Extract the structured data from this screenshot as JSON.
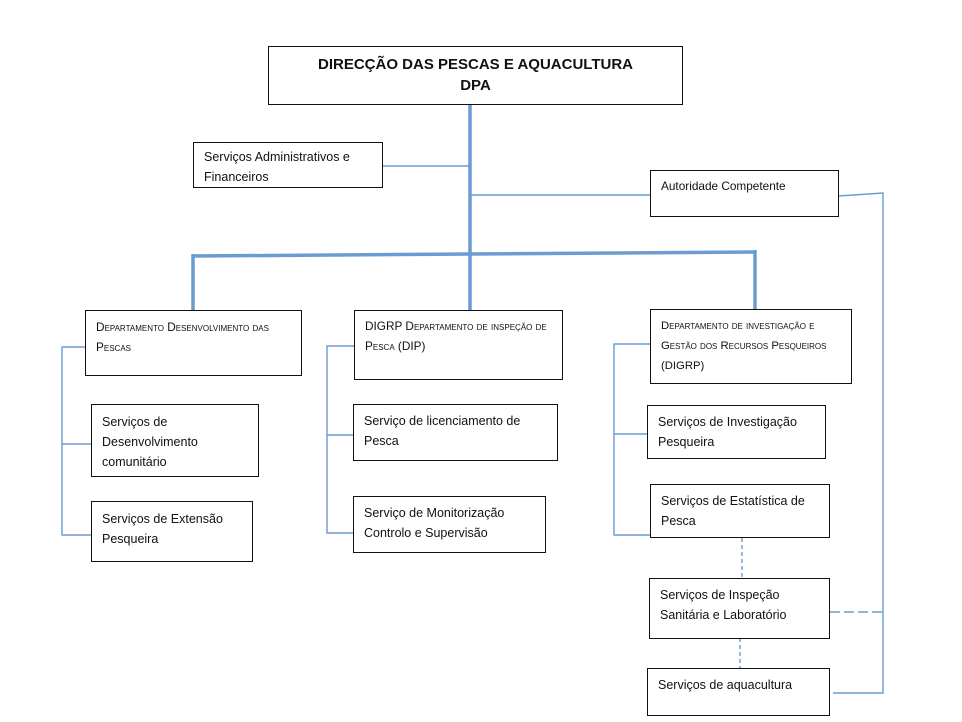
{
  "colors": {
    "connector": "#6b9bd1",
    "border": "#111111"
  },
  "root": {
    "line1": "DIRECÇÃO DAS PESCAS E AQUACULTURA",
    "line2": "DPA"
  },
  "admin": "Serviços Administrativos e Financeiros",
  "autoridade": "Autoridade Competente",
  "departments": [
    {
      "title": "Departamento Desenvolvimento das Pescas",
      "services": [
        "Serviços de Desenvolvimento comunitário",
        "Serviços  de  Extensão Pesqueira"
      ]
    },
    {
      "title": "DIGRP Departamento de inspeção de Pesca (DIP)",
      "services": [
        "Serviço de licenciamento de Pesca",
        "Serviço de Monitorização Controlo e Supervisão"
      ]
    },
    {
      "title": "Departamento de investigação e Gestão dos Recursos Pesqueiros (DIGRP)",
      "services": [
        "Serviços de Investigação Pesqueira",
        "Serviços de Estatística de Pesca",
        "Serviços de Inspeção Sanitária e Laboratório",
        "Serviços de aquacultura"
      ]
    }
  ]
}
